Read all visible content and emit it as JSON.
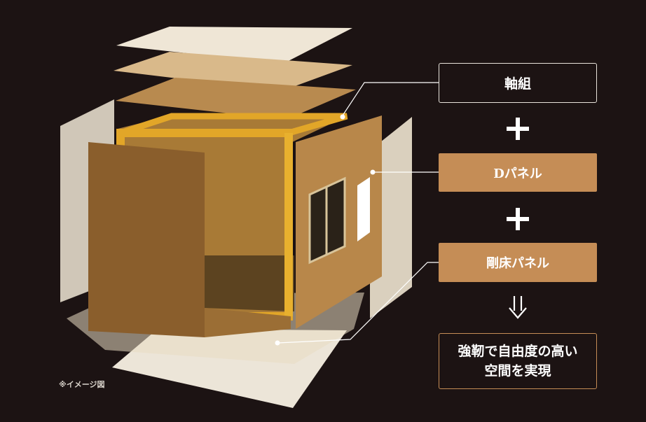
{
  "labels": {
    "frame": "軸組",
    "d_panel": "Dパネル",
    "floor_panel": "剛床パネル",
    "result_line1": "強靭で自由度の高い",
    "result_line2": "空間を実現"
  },
  "operators": {
    "plus_icon": "plus-icon",
    "down_arrow_icon": "double-down-arrow-icon"
  },
  "caption": "※イメージ図",
  "colors": {
    "background": "#1c1313",
    "accent": "#c58d56",
    "frame_gold": "#e2a628",
    "box_border": "#e9e4dc",
    "text": "#ffffff"
  }
}
